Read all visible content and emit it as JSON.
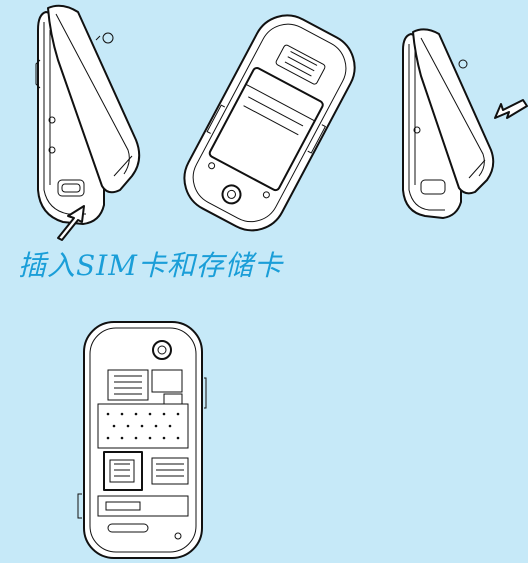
{
  "caption": "插入SIM卡和存储卡",
  "figures": [
    {
      "id": "open-back-cover",
      "icon": "phone-open-cover-icon"
    },
    {
      "id": "battery-compartment",
      "icon": "phone-battery-icon"
    },
    {
      "id": "close-back-cover",
      "icon": "phone-close-cover-icon"
    },
    {
      "id": "phone-back-sim-slot",
      "icon": "phone-sim-slot-icon"
    }
  ],
  "colors": {
    "background": "#c6e9f8",
    "caption": "#1a9ed8",
    "line": "#111111"
  }
}
